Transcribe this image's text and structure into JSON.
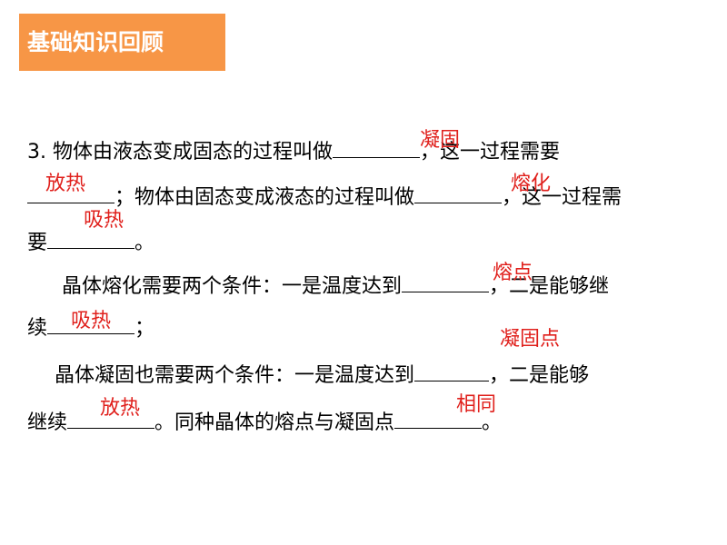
{
  "header": {
    "title": "基础知识回顾"
  },
  "content": {
    "line1_pre": "3. 物体由液态变成固态的过程叫做",
    "line1_post": "，这一过程需要",
    "line2_post": "；物体由固态变成液态的过程叫做",
    "line2_end": "，这一过程需",
    "line3_pre": "要",
    "line3_post": "。",
    "line4_pre": "晶体熔化需要两个条件：一是温度达到",
    "line4_post": "，二是能够继",
    "line5_pre": "续",
    "line5_post": "；",
    "line6_pre": "晶体凝固也需要两个条件：一是温度达到",
    "line6_post": "，二是能够",
    "line7_pre": "继续",
    "line7_mid": "。同种晶体的熔点与凝固点",
    "line7_post": "。"
  },
  "answers": {
    "a1": "凝固",
    "a2": "放热",
    "a3": "熔化",
    "a4": "吸热",
    "a5": "熔点",
    "a6": "吸热",
    "a7": "凝固点",
    "a8": "放热",
    "a9": "相同"
  },
  "colors": {
    "header_bg": "#f79646",
    "header_text": "#ffffff",
    "answer_text": "#e0201c",
    "body_text": "#000000"
  }
}
